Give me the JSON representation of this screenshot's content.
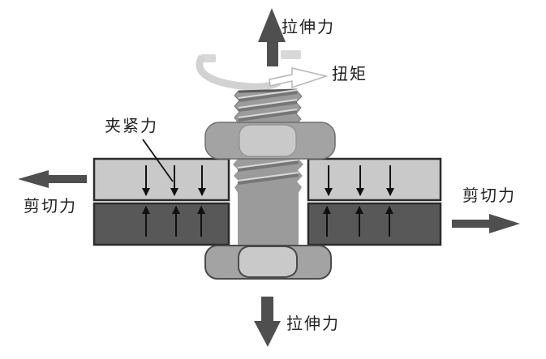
{
  "figure": {
    "labels": {
      "tensile_top": "拉伸力",
      "torque": "扭矩",
      "clamp": "夹紧力",
      "shear_left": "剪切力",
      "shear_right": "剪切力",
      "tensile_bottom": "拉伸力"
    },
    "colors": {
      "background": "#ffffff",
      "plate_top": "#c9c9c9",
      "plate_bottom": "#585858",
      "plate_border": "#2b2b2b",
      "bolt_body": "#9b9b9b",
      "nut_body": "#a3a3a3",
      "hex_face": "#c9c9c9",
      "force_arrow": "#4f4f4f",
      "clamp_arrow": "#111111",
      "torque_arc": "#d4d4d4",
      "text": "#1f1f1f"
    }
  }
}
